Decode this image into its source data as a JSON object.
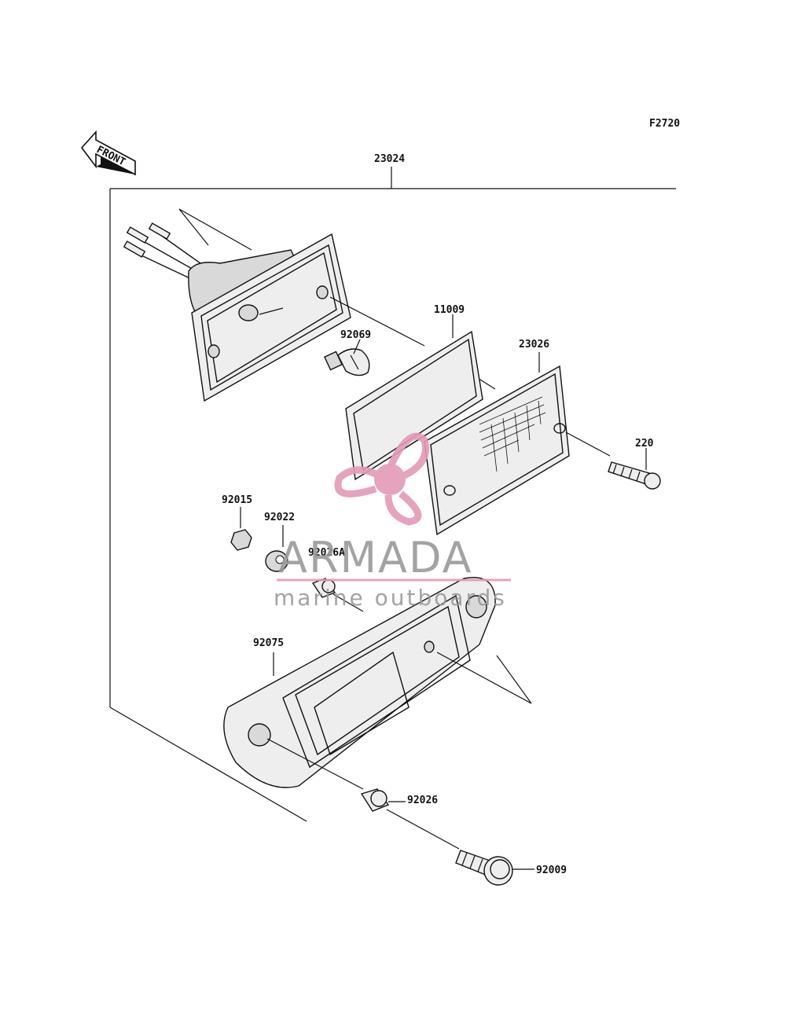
{
  "figure_code": "F2720",
  "front_label": "FRONT",
  "watermark": {
    "brand": "ARMADA",
    "tagline": "marine outboards",
    "pink": "#e39ab8",
    "grey": "#9a9a9a"
  },
  "parts": {
    "assembly": "23024",
    "lens_gasket": "11009",
    "bulb": "92069",
    "lens": "23026",
    "lens_screw": "220",
    "nut": "92015",
    "grommet": "92022",
    "collar_a": "92026A",
    "bracket": "92075",
    "collar": "92026",
    "bolt": "92009"
  }
}
